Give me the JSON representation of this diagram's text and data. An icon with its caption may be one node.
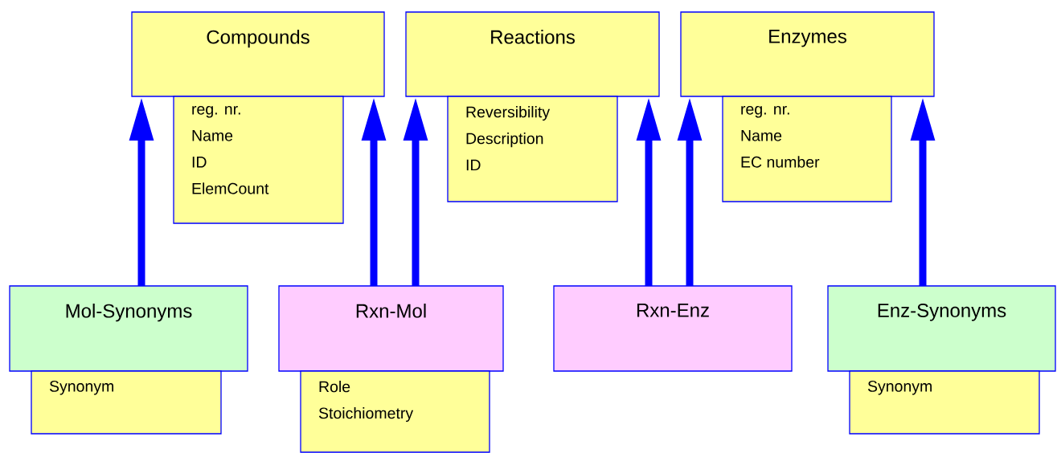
{
  "diagram": {
    "nodes": [
      {
        "text": [
          "Compounds"
        ]
      },
      {
        "text": [
          "reg. nr.",
          "Name",
          "ID",
          "ElemCount"
        ]
      },
      {
        "text": [
          "Reactions"
        ]
      },
      {
        "text": [
          "Reversibility",
          "Description",
          "ID"
        ]
      },
      {
        "text": [
          "Enzymes"
        ]
      },
      {
        "text": [
          "reg. nr.",
          "Name",
          "EC number"
        ]
      },
      {
        "text": [
          "Mol-Synonyms"
        ]
      },
      {
        "text": [
          "Synonym"
        ]
      },
      {
        "text": [
          "Rxn-Mol"
        ]
      },
      {
        "text": [
          "Role",
          "Stoichiometry"
        ]
      },
      {
        "text": [
          "Rxn-Enz"
        ]
      },
      {
        "text": [
          "Enz-Synonyms"
        ]
      },
      {
        "text": [
          "Synonym"
        ]
      }
    ],
    "edges": [
      {
        "from": 6,
        "to": 0,
        "arrow": "to"
      },
      {
        "from": 8,
        "to": 0,
        "arrow": "to"
      },
      {
        "from": 8,
        "to": 2,
        "arrow": "to"
      },
      {
        "from": 10,
        "to": 2,
        "arrow": "to"
      },
      {
        "from": 10,
        "to": 4,
        "arrow": "to"
      },
      {
        "from": 11,
        "to": 4,
        "arrow": "to"
      }
    ]
  }
}
